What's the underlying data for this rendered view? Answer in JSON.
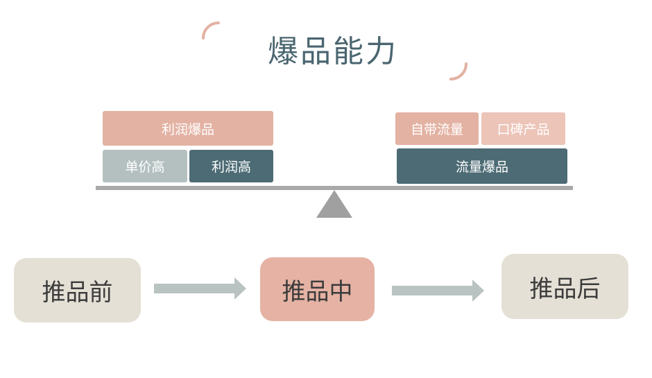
{
  "title": "爆品能力",
  "left_group": {
    "top_label": "利润爆品",
    "bottom_left_label": "单价高",
    "bottom_right_label": "利润高"
  },
  "right_group": {
    "top_left_label": "自带流量",
    "top_right_label": "口碑产品",
    "bottom_label": "流量爆品"
  },
  "stages": {
    "before": "推品前",
    "during": "推品中",
    "after": "推品后"
  },
  "colors": {
    "title": "#4a6670",
    "pink": "#e3b2a3",
    "grey": "#b4c0c0",
    "teal": "#4c6b74",
    "beige": "#e5e0d6",
    "beam": "#a9a9a9"
  }
}
